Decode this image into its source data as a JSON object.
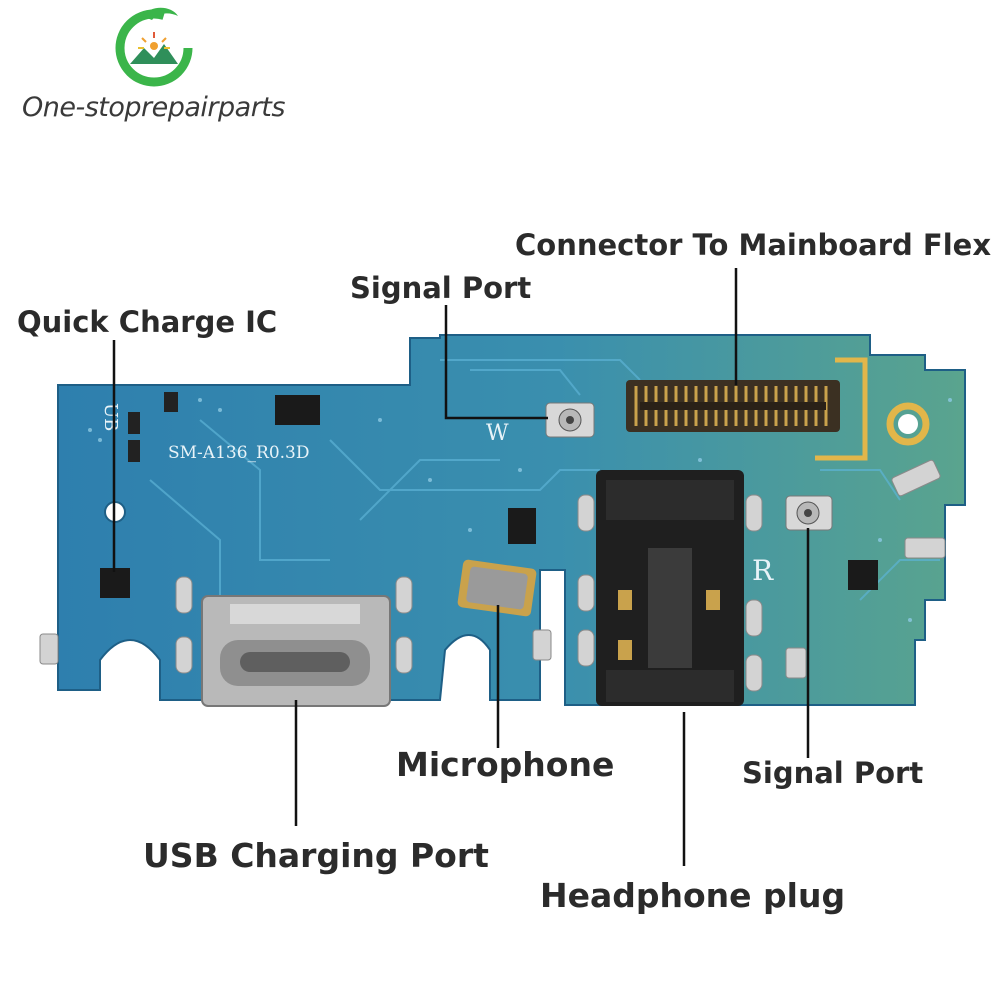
{
  "brand": {
    "name": "One-stoprepairparts"
  },
  "board": {
    "silkscreen_model": "SM-A136_R0.3D",
    "silkscreen_ub": "UB",
    "silkscreen_w": "W",
    "silkscreen_r": "R"
  },
  "labels": {
    "connector_to_mainboard_flex": "Connector To Mainboard Flex",
    "signal_port_top": "Signal Port",
    "quick_charge_ic": "Quick Charge IC",
    "microphone": "Microphone",
    "signal_port_bottom": "Signal Port",
    "usb_charging_port": "USB Charging Port",
    "headphone_plug": "Headphone plug"
  },
  "colors": {
    "pcb_blue": "#2e7fae",
    "pcb_teal": "#3a9aa8",
    "pcb_green_tint": "#5aa48e",
    "pad_gold": "#e2b64a",
    "silver": "#c9c9c9",
    "label_text": "#2b2b2b",
    "leader_line": "#111111",
    "logo_green": "#3bb54a"
  }
}
